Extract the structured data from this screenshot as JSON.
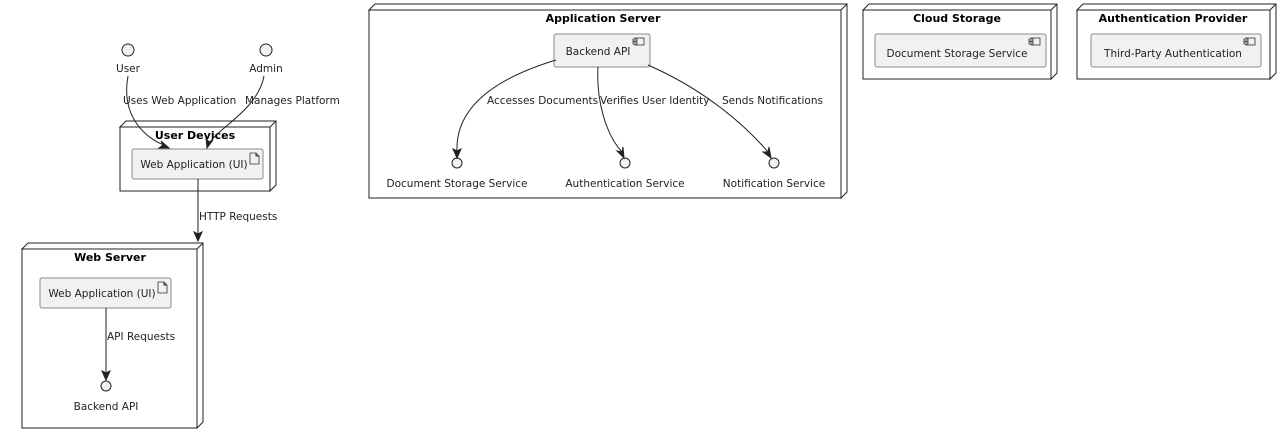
{
  "nodes": {
    "app_server": {
      "title": "Application Server"
    },
    "cloud_storage": {
      "title": "Cloud Storage"
    },
    "auth_provider": {
      "title": "Authentication Provider"
    },
    "user_devices": {
      "title": "User Devices"
    },
    "web_server": {
      "title": "Web Server"
    }
  },
  "actors": {
    "user": "User",
    "admin": "Admin"
  },
  "components": {
    "backend_api": "Backend API",
    "cloud_doc_storage": "Document Storage Service",
    "third_party_auth": "Third-Party Authentication"
  },
  "artifacts": {
    "web_app_devices": "Web Application (UI)",
    "web_app_server": "Web Application (UI)"
  },
  "interfaces": {
    "doc_storage": "Document Storage Service",
    "auth_service": "Authentication Service",
    "notification": "Notification Service",
    "backend_api_iface": "Backend API"
  },
  "edges": {
    "uses_web_app": "Uses Web Application",
    "manages_platform": "Manages Platform",
    "http_requests": "HTTP Requests",
    "api_requests": "API Requests",
    "accesses_documents": "Accesses Documents",
    "verifies_identity": "Verifies User Identity",
    "sends_notifications": "Sends Notifications"
  }
}
